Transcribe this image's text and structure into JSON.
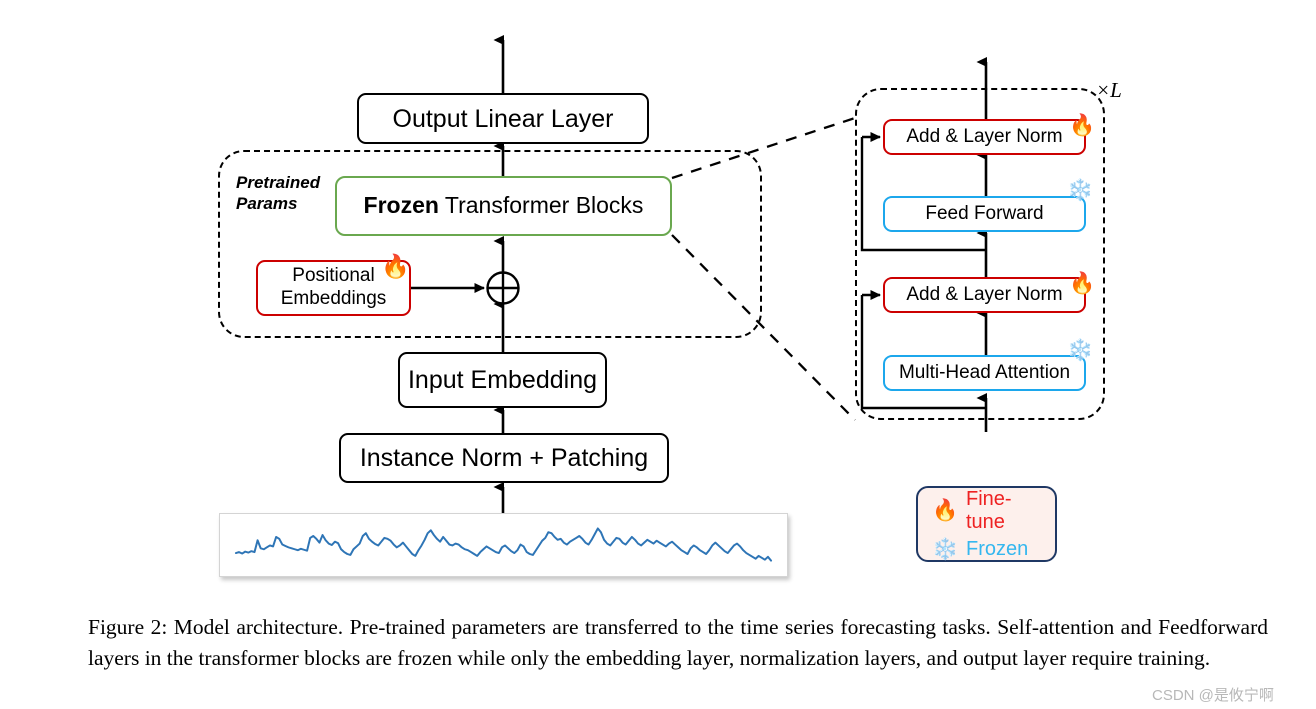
{
  "figure": {
    "main_flow": {
      "output_linear_layer": "Output Linear Layer",
      "frozen_transformer_blocks_bold": "Frozen",
      "frozen_transformer_blocks_rest": " Transformer Blocks",
      "positional_embeddings_line1": "Positional",
      "positional_embeddings_line2": "Embeddings",
      "input_embedding": "Input Embedding",
      "instance_norm_patching": "Instance Norm + Patching",
      "pretrained_params_line1": "Pretrained",
      "pretrained_params_line2": "Params",
      "add_symbol": "⊕"
    },
    "detail_block": {
      "repeat_label": "×L",
      "rows": [
        {
          "label": "Add & Layer Norm",
          "state": "fine-tune",
          "icon": "fire-icon"
        },
        {
          "label": "Feed Forward",
          "state": "frozen",
          "icon": "snowflake-icon"
        },
        {
          "label": "Add & Layer Norm",
          "state": "fine-tune",
          "icon": "fire-icon"
        },
        {
          "label": "Multi-Head Attention",
          "state": "frozen",
          "icon": "snowflake-icon"
        }
      ]
    },
    "legend": {
      "items": [
        {
          "icon": "fire-icon",
          "glyph": "🔥",
          "label": "Fine-tune",
          "color": "#ee2222"
        },
        {
          "icon": "snowflake-icon",
          "glyph": "❄️",
          "label": "Frozen",
          "color": "#35b7ef"
        }
      ]
    },
    "colors": {
      "fine_tune_border": "#cc0000",
      "frozen_border": "#1ca7ec",
      "pretrained_border": "#6aa84f",
      "default_border": "#000000",
      "series_line": "#2e75b6",
      "legend_background": "#fdf0ec",
      "legend_border": "#1f3864"
    },
    "caption": "Figure 2: Model architecture. Pre-trained parameters are transferred to the time series forecasting tasks. Self-attention and Feedforward layers in the transformer blocks are frozen while only the embedding layer, normalization layers, and output layer require training.",
    "watermark": "CSDN @是攸宁啊"
  },
  "chart_data": {
    "type": "line",
    "title": "",
    "xlabel": "",
    "ylabel": "",
    "grid": false,
    "legend_position": "none",
    "series_color": "#2e75b6",
    "values": [
      28,
      30,
      27,
      31,
      29,
      32,
      30,
      55,
      38,
      36,
      40,
      44,
      42,
      62,
      58,
      46,
      43,
      40,
      38,
      36,
      34,
      37,
      35,
      33,
      60,
      64,
      58,
      50,
      66,
      55,
      48,
      45,
      52,
      49,
      36,
      30,
      26,
      24,
      36,
      42,
      48,
      64,
      70,
      58,
      52,
      47,
      44,
      52,
      60,
      58,
      54,
      46,
      40,
      44,
      50,
      42,
      34,
      26,
      22,
      34,
      44,
      56,
      70,
      76,
      66,
      58,
      52,
      62,
      54,
      46,
      44,
      48,
      46,
      40,
      36,
      34,
      30,
      26,
      22,
      30,
      36,
      42,
      38,
      34,
      30,
      28,
      40,
      44,
      38,
      32,
      28,
      34,
      46,
      42,
      30,
      26,
      24,
      34,
      44,
      54,
      60,
      72,
      70,
      62,
      56,
      58,
      50,
      46,
      52,
      56,
      60,
      64,
      58,
      50,
      46,
      56,
      68,
      80,
      72,
      56,
      48,
      44,
      52,
      60,
      58,
      50,
      46,
      54,
      62,
      56,
      48,
      44,
      50,
      56,
      52,
      48,
      54,
      50,
      46,
      42,
      48,
      52,
      46,
      40,
      34,
      30,
      26,
      38,
      44,
      40,
      34,
      30,
      26,
      34,
      44,
      50,
      44,
      38,
      32,
      28,
      36,
      44,
      48,
      42,
      34,
      28,
      24,
      20,
      16,
      22,
      18,
      14,
      20,
      12
    ],
    "ylim": [
      0,
      90
    ]
  }
}
